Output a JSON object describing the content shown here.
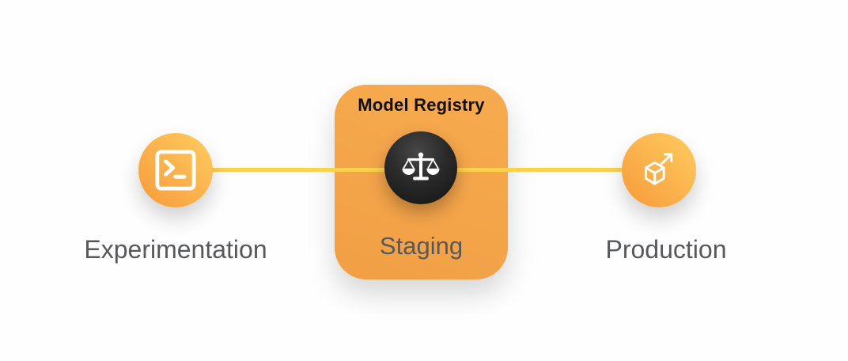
{
  "diagram": {
    "nodes": {
      "experimentation": {
        "label": "Experimentation",
        "icon": "terminal-icon"
      },
      "staging": {
        "card_title": "Model Registry",
        "label": "Staging",
        "icon": "balance-scale-icon"
      },
      "production": {
        "label": "Production",
        "icon": "deploy-cube-icon"
      }
    },
    "colors": {
      "background": "#FEFEFE",
      "node_gradient_start": "#FFCC60",
      "node_gradient_end": "#F79D3C",
      "card_gradient_start": "#F7AB4F",
      "card_gradient_end": "#F19F45",
      "connector": "#FFD04D",
      "dark_circle_center": "#474747",
      "dark_circle_edge": "#141414",
      "icon_color": "#FFFFFF",
      "title_text": "#101010",
      "label_text": "#57585B"
    }
  }
}
